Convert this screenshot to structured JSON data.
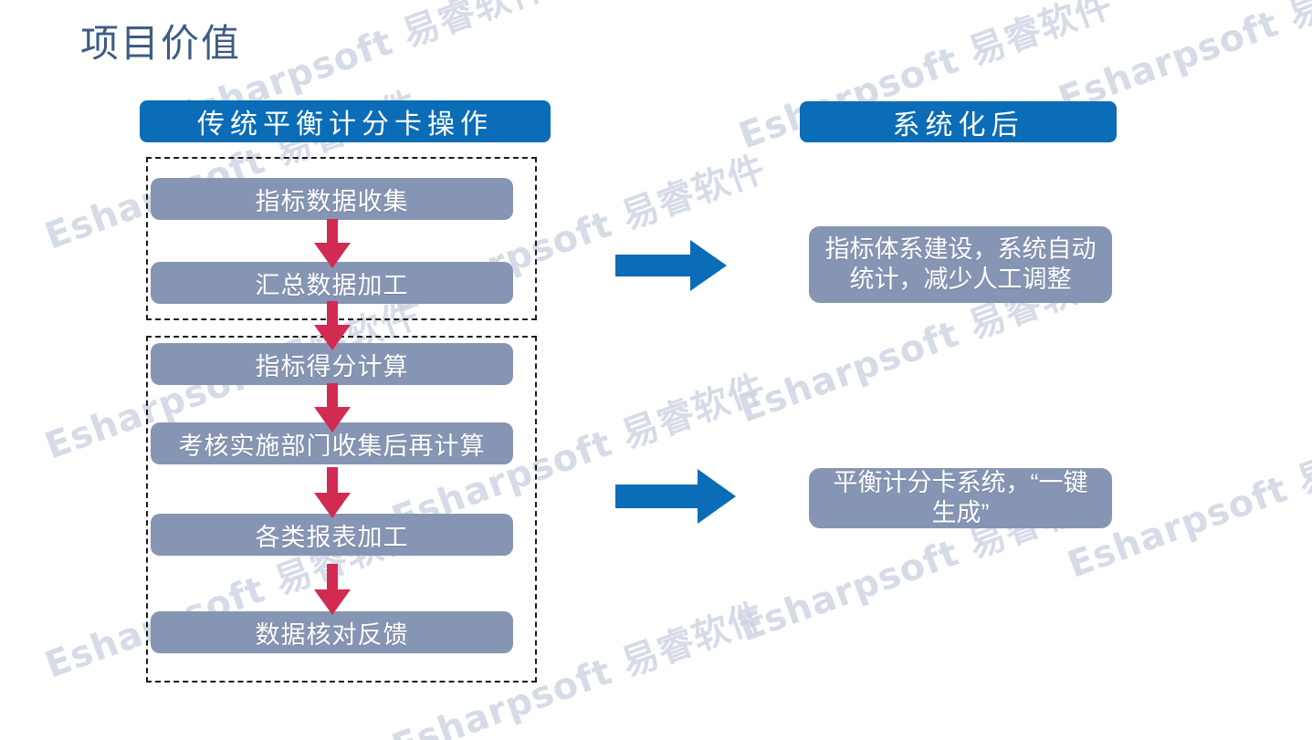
{
  "slide": {
    "title": "项目价值",
    "title_color": "#3f5c84",
    "background": "#ffffff"
  },
  "colors": {
    "header_blue": "#0b6cb7",
    "box_steel": "#8695b3",
    "arrow_red": "#d22b51",
    "arrow_blue": "#0b6cb7",
    "dashed_border": "#1a1a1a",
    "watermark": "#c9d1e0"
  },
  "columns": {
    "left": {
      "header": "传统平衡计分卡操作",
      "groups": [
        {
          "name": "data-collection-group",
          "steps": [
            "指标数据收集",
            "汇总数据加工"
          ]
        },
        {
          "name": "scoring-calculation-group",
          "steps": [
            "指标得分计算",
            "考核实施部门收集后再计算",
            "各类报表加工",
            "数据核对反馈"
          ]
        }
      ]
    },
    "right": {
      "header": "系统化后",
      "results": [
        "指标体系建设，系统自动统计，减少人工调整",
        "平衡计分卡系统，“一键生成”"
      ]
    }
  },
  "connectors": {
    "down_arrow_icon": "arrow-down-icon",
    "transition_arrow_icon": "arrow-right-block-icon",
    "down_arrow_count": 5,
    "transition_arrow_count": 2
  },
  "watermark": {
    "text": "Esharpsoft 易睿软件",
    "rotation_deg": -20
  }
}
